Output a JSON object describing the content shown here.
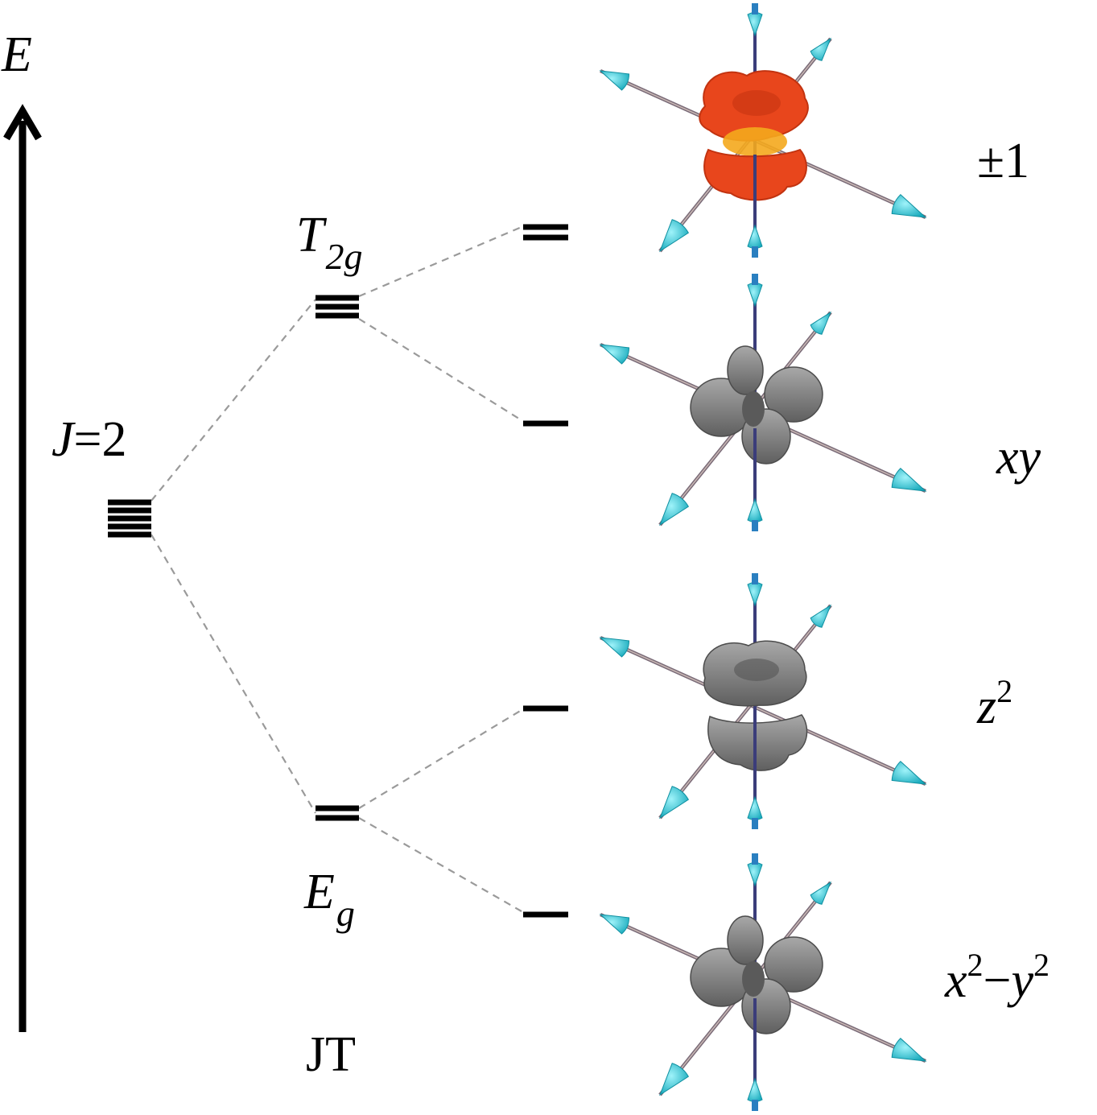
{
  "energy_axis": {
    "label": "E"
  },
  "levels": {
    "j2": {
      "label_italic": "J",
      "label_rest": "=2",
      "degeneracy": 5
    },
    "t2g": {
      "label_main": "T",
      "label_sub": "2g",
      "degeneracy": 3
    },
    "eg": {
      "label_main": "E",
      "label_sub": "g",
      "degeneracy": 2
    },
    "split": {
      "pm1": {
        "degeneracy": 2
      },
      "xy": {
        "degeneracy": 1
      },
      "z2": {
        "degeneracy": 1
      },
      "x2y2": {
        "degeneracy": 1
      }
    }
  },
  "column_label": "JT",
  "orbitals": [
    {
      "id": "pm1",
      "label": "±1",
      "fill": "#e8461c",
      "shade": "#c23310",
      "highlight": "#f4a81d"
    },
    {
      "id": "xy",
      "label_a": "xy",
      "fill": "#8a8a8a",
      "shade": "#5d5d5d",
      "highlight": "#c9c9c9"
    },
    {
      "id": "z2",
      "label_base": "z",
      "label_sup": "2",
      "fill": "#8a8a8a",
      "shade": "#5d5d5d",
      "highlight": "#c9c9c9"
    },
    {
      "id": "x2y2",
      "label_x": "x",
      "label_sup1": "2",
      "label_minus": "−",
      "label_y": "y",
      "label_sup2": "2",
      "fill": "#8a8a8a",
      "shade": "#5d5d5d",
      "highlight": "#c9c9c9"
    }
  ],
  "colors": {
    "arrow_cyan": "#22c8d8",
    "arrow_blue": "#2a7fc0",
    "connector": "#9a9a9a",
    "level": "#000000"
  }
}
